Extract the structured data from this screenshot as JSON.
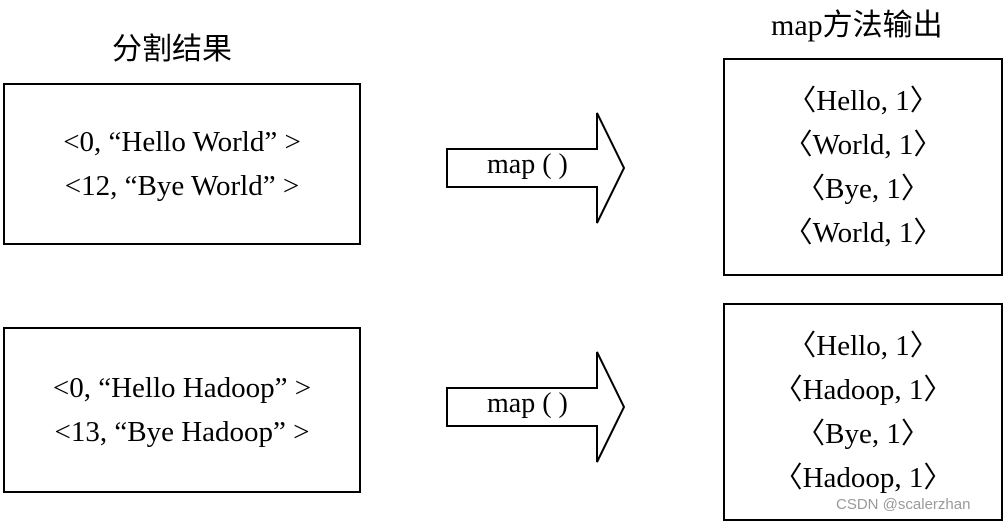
{
  "split": {
    "heading": "分割结果",
    "boxes": [
      {
        "lines": [
          "<0, “Hello World” >",
          "<12, “Bye World” >"
        ]
      },
      {
        "lines": [
          "<0, “Hello Hadoop” >",
          "<13, “Bye Hadoop” >"
        ]
      }
    ]
  },
  "map": {
    "heading": "map方法输出",
    "arrow_label": "map ( )",
    "boxes": [
      {
        "lines": [
          "〈Hello, 1〉",
          "〈World, 1〉",
          "〈Bye, 1〉",
          "〈World, 1〉"
        ]
      },
      {
        "lines": [
          "〈Hello, 1〉",
          "〈Hadoop, 1〉",
          "〈Bye, 1〉",
          "〈Hadoop, 1〉"
        ]
      }
    ]
  },
  "watermark": "CSDN @scalerzhan"
}
